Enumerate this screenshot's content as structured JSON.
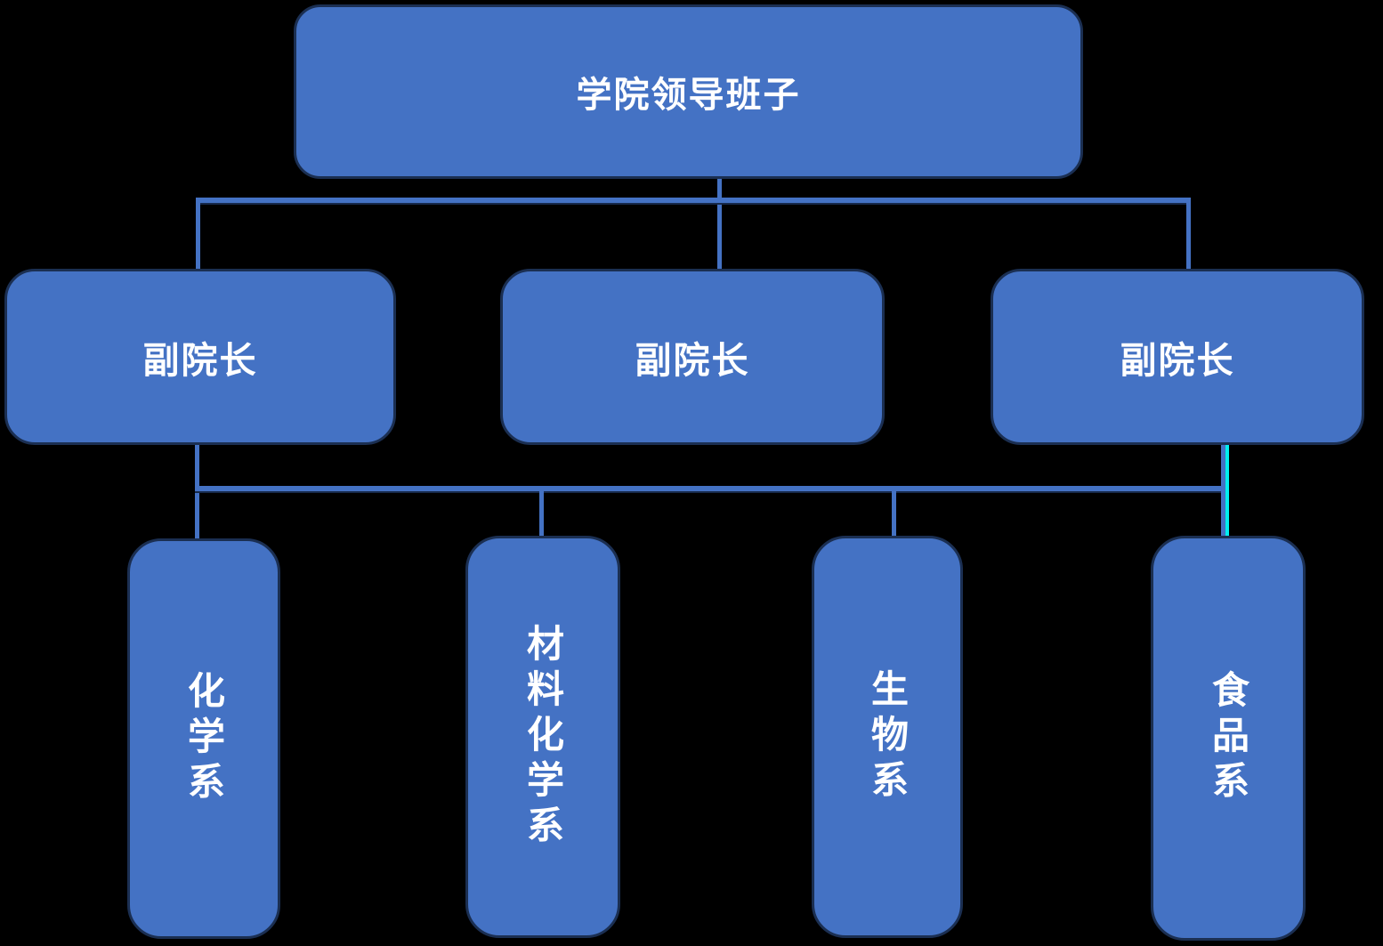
{
  "background_color": "#000000",
  "diagram": {
    "type": "org-chart",
    "nodes": {
      "root": {
        "label": "学院领导班子"
      },
      "vice_left": {
        "label": "副院长"
      },
      "vice_center": {
        "label": "副院长"
      },
      "vice_right": {
        "label": "副院长"
      },
      "dept_chemistry": {
        "label": "化学系"
      },
      "dept_materials_chemistry": {
        "label": "材料化学系"
      },
      "dept_biology": {
        "label": "生物系"
      },
      "dept_food": {
        "label": "食品系"
      }
    },
    "edges": [
      {
        "from": "root",
        "to": "vice_left"
      },
      {
        "from": "root",
        "to": "vice_center"
      },
      {
        "from": "root",
        "to": "vice_right"
      },
      {
        "from": "vice_left",
        "to": "dept_chemistry"
      },
      {
        "from": "vice_left",
        "to": "dept_materials_chemistry"
      },
      {
        "from": "vice_left",
        "to": "dept_biology"
      },
      {
        "from": "vice_right",
        "to": "dept_food",
        "highlighted": true
      }
    ],
    "colors": {
      "box_fill": "#4472C4",
      "box_border": "#1B2F52",
      "connector": "#4472C4",
      "highlight_connector": "#00EFEF",
      "text": "#FFFFFF",
      "background": "#000000"
    }
  }
}
